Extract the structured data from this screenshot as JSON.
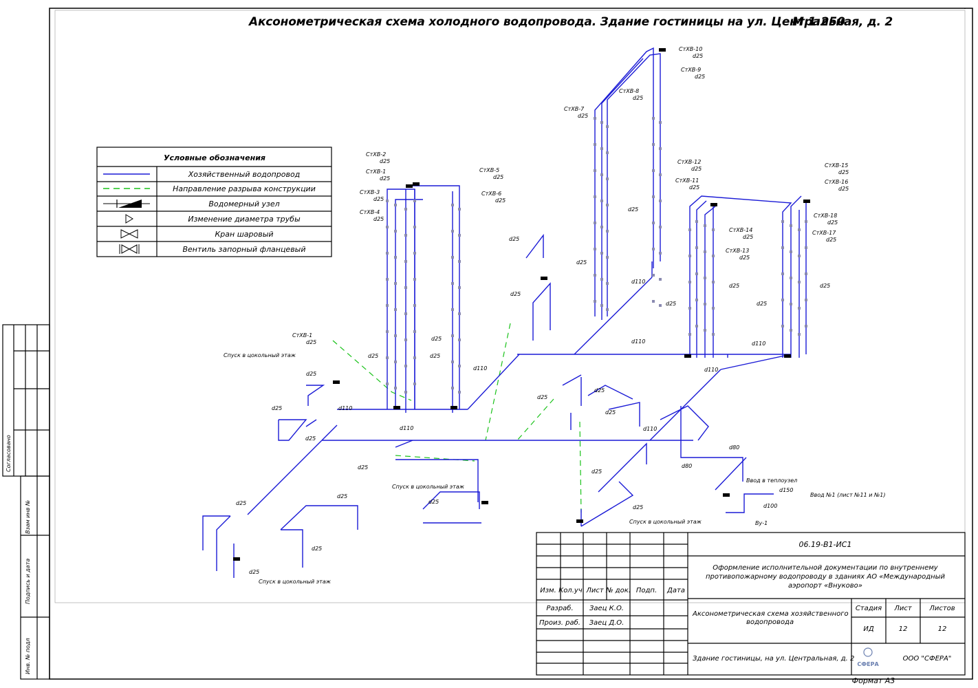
{
  "title": "Аксонометрическая схема холодного  водопровода. Здание гостиницы на ул. Центральная, д. 2",
  "scale": "М 1:250",
  "colors": {
    "pipe": "#1a1ad6",
    "break": "#19c219",
    "frame": "#000000"
  },
  "legend": {
    "heading": "Условные обозначения",
    "rows": [
      {
        "symbol": "blue-line-icon",
        "label": "Хозяйственный водопровод"
      },
      {
        "symbol": "green-dashed-line-icon",
        "label": "Направление разрыва конструкции"
      },
      {
        "symbol": "water-meter-icon",
        "label": "Водомерный узел"
      },
      {
        "symbol": "triangle-icon",
        "label": "Изменение диаметра трубы"
      },
      {
        "symbol": "ball-valve-icon",
        "label": "Кран шаровый"
      },
      {
        "symbol": "flanged-valve-icon",
        "label": "Вентиль запорный фланцевый"
      }
    ]
  },
  "risers": {
    "r1": "СтХВ-1",
    "r2": "СтХВ-2",
    "r3": "СтХВ-3",
    "r4": "СтХВ-4",
    "r5": "СтХВ-5",
    "r6": "СтХВ-6",
    "r7": "СтХВ-7",
    "r8": "СтХВ-8",
    "r9": "СтХВ-9",
    "r10": "СтХВ-10",
    "r11": "СтХВ-11",
    "r12": "СтХВ-12",
    "r13": "СтХВ-13",
    "r14": "СтХВ-14",
    "r15": "СтХВ-15",
    "r16": "СтХВ-16",
    "r17": "СтХВ-17",
    "r18": "СтХВ-18",
    "r1b": "СтХВ-1"
  },
  "diameters": {
    "d25": "d25",
    "d80": "d80",
    "d100": "d100",
    "d110": "d110",
    "d150": "d150"
  },
  "notes": {
    "basement": "Спуск в цокольный этаж",
    "meter_unit": "Ввод в теплоузел",
    "input": "Ввод №1 (лист №11 и №1)",
    "vu": "Ву-1"
  },
  "side_labels": {
    "agreed": "Согласовано",
    "inv_replace": "Взам инв №",
    "sign_date": "Подпись и дата",
    "inv_orig": "Инв. № подл"
  },
  "stamp": {
    "code": "06.19-В1-ИС1",
    "project": "Оформление исполнительной документации по внутреннему противопожарному водопроводу в зданиях АО «Международный аэропорт «Внуково»",
    "headers": {
      "change": "Изм.",
      "count": "Кол.уч.",
      "sheet": "Лист",
      "doc": "№ док.",
      "sign": "Подп.",
      "date": "Дата"
    },
    "roles": [
      {
        "role": "Разраб.",
        "name": "Заец К.О."
      },
      {
        "role": "Произ. раб.",
        "name": "Заец Д.О."
      }
    ],
    "drawing": "Аксонометрическая схема хозяйственного водопровода",
    "object": "Здание гостиницы, на ул. Центральная, д. 2",
    "stage_h": "Стадия",
    "sheet_h": "Лист",
    "sheets_h": "Листов",
    "stage": "ИД",
    "sheet": "12",
    "sheets": "12",
    "company": "ООО \"СФЕРА\"",
    "logo": "СФЕРА",
    "format": "Формат А3"
  }
}
